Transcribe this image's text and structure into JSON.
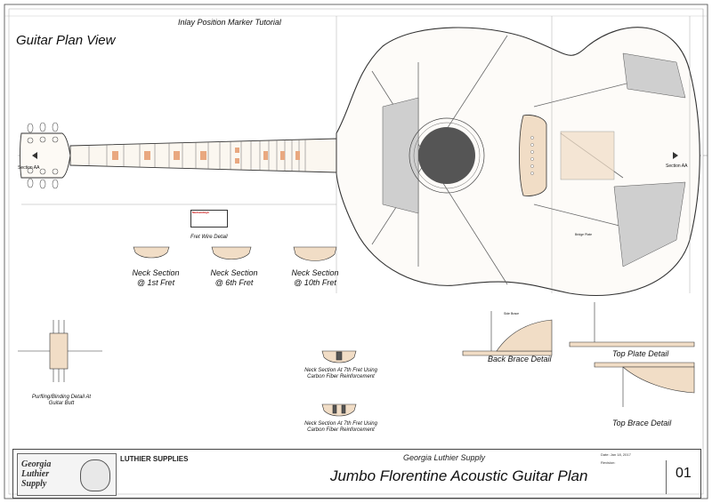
{
  "sheet": {
    "plan_view_title": "Guitar Plan View",
    "tutorial_title": "Inlay Position Marker Tutorial",
    "section_label": "Section AA",
    "fret_wire_title": "Fret Wire Detail",
    "fret_wire_table_header": "Medium/High",
    "neck_sections": [
      "Neck Section @ 1st Fret",
      "Neck Section @ 6th Fret",
      "Neck Section @ 10th Fret"
    ],
    "purfling_title": "Purfling/Binding Detail At Guitar Butt",
    "carbon_fiber_sections": [
      "Neck Section At 7th Fret Using Carbon Fiber Reinforcement",
      "Neck Section At 7th Fret Using Carbon Fiber Reinforcement"
    ],
    "back_brace_title": "Back Brace Detail",
    "top_plate_title": "Top Plate Detail",
    "top_brace_title": "Top Brace Detail",
    "label_bridge_plate": "Bridge Plate",
    "label_side_brace": "Side Brace"
  },
  "title_block": {
    "company": "Georgia Luthier Supply",
    "plan_title": "Jumbo Florentine Acoustic Guitar Plan",
    "logo_text": "Georgia Luthier Supply",
    "luthier_supplies": "LUTHIER SUPPLIES",
    "sheet_number": "01",
    "date": "Date: Jan 18, 2017",
    "revision": "Revision:"
  },
  "colors": {
    "line": "#333333",
    "wood": "#f1ddc6",
    "inlay": "#e9a880",
    "shade": "#cfcfcf",
    "soundhole": "#555555"
  }
}
